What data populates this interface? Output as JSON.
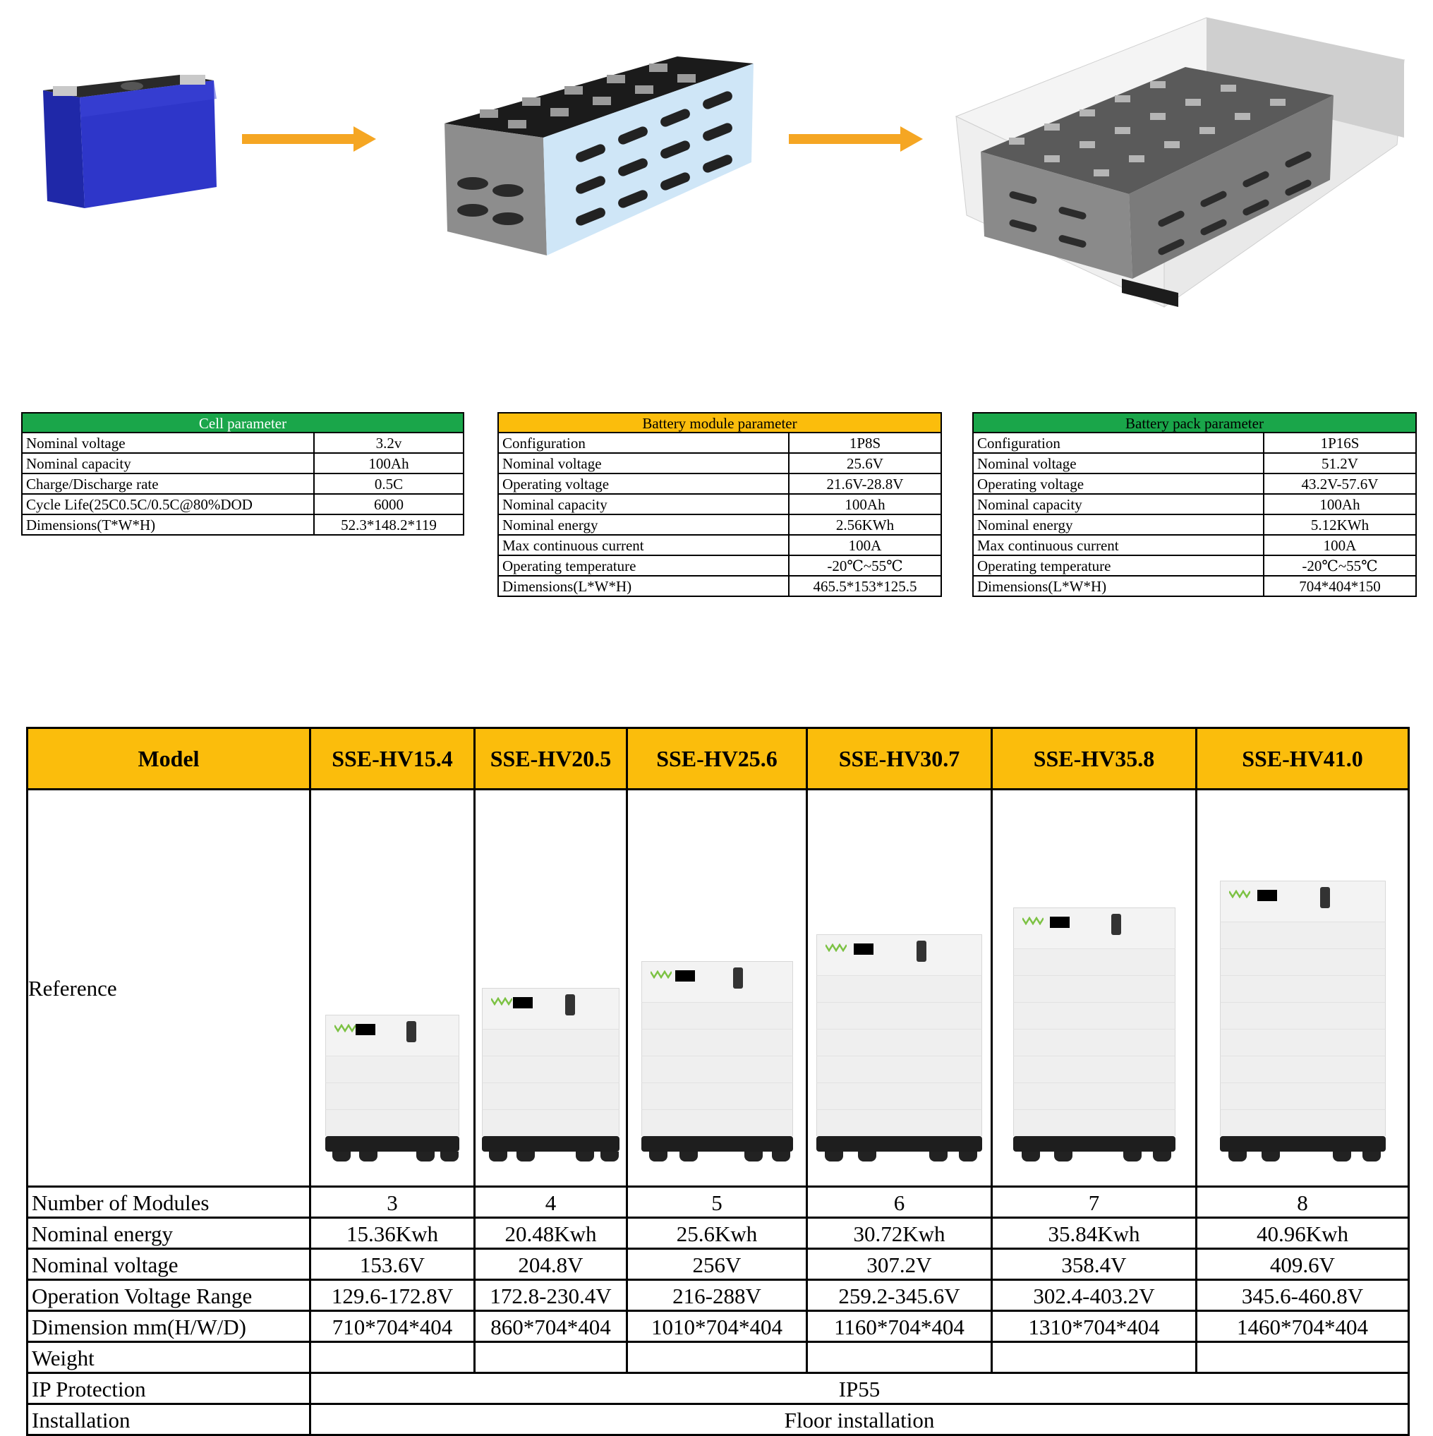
{
  "cell_table": {
    "title": "Cell parameter",
    "rows": [
      {
        "label": " Nominal voltage",
        "value": "3.2v"
      },
      {
        "label": "Nominal capacity",
        "value": "100Ah"
      },
      {
        "label": "Charge/Discharge rate",
        "value": "0.5C"
      },
      {
        "label": "Cycle Life(25C0.5C/0.5C@80%DOD",
        "value": "6000"
      },
      {
        "label": "Dimensions(T*W*H)",
        "value": "52.3*148.2*119"
      }
    ]
  },
  "module_table": {
    "title": "Battery module parameter",
    "rows": [
      {
        "label": "Configuration",
        "value": "1P8S"
      },
      {
        "label": " Nominal voltage",
        "value": "25.6V"
      },
      {
        "label": "Operating voltage",
        "value": "21.6V-28.8V"
      },
      {
        "label": "Nominal capacity",
        "value": "100Ah"
      },
      {
        "label": "Nominal energy",
        "value": "2.56KWh"
      },
      {
        "label": "Max continuous current",
        "value": "100A"
      },
      {
        "label": "Operating temperature",
        "value": "-20℃~55℃"
      },
      {
        "label": "Dimensions(L*W*H)",
        "value": "465.5*153*125.5"
      }
    ]
  },
  "pack_table": {
    "title": "Battery pack parameter",
    "rows": [
      {
        "label": "Configuration",
        "value": "1P16S"
      },
      {
        "label": " Nominal voltage",
        "value": "51.2V"
      },
      {
        "label": "Operating voltage",
        "value": "43.2V-57.6V"
      },
      {
        "label": "Nominal capacity",
        "value": "100Ah"
      },
      {
        "label": "Nominal energy",
        "value": "5.12KWh"
      },
      {
        "label": "Max continuous current",
        "value": "100A"
      },
      {
        "label": "Operating temperature",
        "value": "-20℃~55℃"
      },
      {
        "label": "Dimensions(L*W*H)",
        "value": "704*404*150"
      }
    ]
  },
  "model_table": {
    "header_label": "Model",
    "models": [
      "SSE-HV15.4",
      "SSE-HV20.5",
      "SSE-HV25.6",
      "SSE-HV30.7",
      "SSE-HV35.8",
      "SSE-HV41.0"
    ],
    "reference_label": "Reference",
    "rows": [
      {
        "label": "Number of Modules",
        "values": [
          "3",
          "4",
          "5",
          "6",
          "7",
          "8"
        ]
      },
      {
        "label": "Nominal energy",
        "values": [
          "15.36Kwh",
          "20.48Kwh",
          "25.6Kwh",
          "30.72Kwh",
          "35.84Kwh",
          "40.96Kwh"
        ]
      },
      {
        "label": "Nominal voltage",
        "values": [
          "153.6V",
          "204.8V",
          "256V",
          "307.2V",
          "358.4V",
          "409.6V"
        ]
      },
      {
        "label": "Operation Voltage Range",
        "values": [
          "129.6-172.8V",
          "172.8-230.4V",
          "216-288V",
          "259.2-345.6V",
          "302.4-403.2V",
          "345.6-460.8V"
        ]
      },
      {
        "label": "Dimension mm(H/W/D)",
        "values": [
          "710*704*404",
          "860*704*404",
          "1010*704*404",
          "1160*704*404",
          "1310*704*404",
          "1460*704*404"
        ]
      },
      {
        "label": "Weight",
        "values": [
          "",
          "",
          "",
          "",
          "",
          ""
        ]
      }
    ],
    "ip_label": "IP Protection",
    "ip_value": "IP55",
    "install_label": "Installation",
    "install_value": "Floor installation"
  },
  "colors": {
    "green_header": "#1aa64a",
    "orange_header": "#fbbd0c",
    "arrow": "#f5a623",
    "cell_blue": "#2e36c9",
    "module_side": "#cfe6f7"
  }
}
